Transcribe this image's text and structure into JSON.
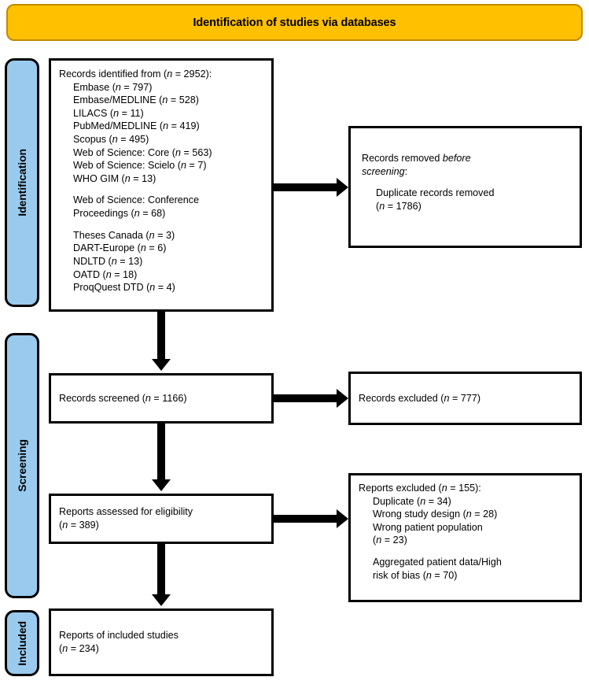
{
  "colors": {
    "banner_fill": "#FFC000",
    "banner_border": "#C08A00",
    "stage_fill": "#9ACBEE",
    "box_border": "#000000",
    "arrow": "#000000"
  },
  "banner": {
    "title": "Identification of studies via databases"
  },
  "stages": {
    "identification": "Identification",
    "screening": "Screening",
    "included": "Included"
  },
  "boxes": {
    "records_identified": {
      "heading": "Records identified from (n = 2952):",
      "sources": [
        "Embase (n = 797)",
        "Embase/MEDLINE (n = 528)",
        "LILACS (n = 11)",
        "PubMed/MEDLINE (n = 419)",
        "Scopus (n = 495)",
        "Web of Science: Core (n = 563)",
        "Web of Science: Scielo (n = 7)",
        "WHO GIM (n = 13)"
      ],
      "conference_line1": "Web of Science: Conference",
      "conference_line2": "Proceedings (n = 68)",
      "theses": [
        "Theses Canada (n = 3)",
        "DART-Europe (n = 6)",
        "NDLTD (n = 13)",
        "OATD (n = 18)",
        "ProqQuest DTD (n = 4)"
      ]
    },
    "records_removed": {
      "heading_part1": "Records removed ",
      "heading_italic": "before",
      "heading_part2": "screening",
      "heading_colon": ":",
      "item_line1": "Duplicate records removed",
      "item_line2": "(n = 1786)"
    },
    "records_screened": {
      "text": "Records screened (n = 1166)"
    },
    "records_excluded": {
      "text": "Records excluded (n = 777)"
    },
    "reports_eligibility": {
      "line1": "Reports assessed for eligibility",
      "line2": "(n = 389)"
    },
    "reports_excluded": {
      "heading": "Reports excluded (n = 155):",
      "reasons": [
        "Duplicate (n = 34)",
        "Wrong study design (n = 28)",
        "Wrong patient population",
        "(n = 23)",
        "Aggregated patient data/High",
        "risk of bias (n = 70)"
      ]
    },
    "reports_included": {
      "line1": "Reports of included studies",
      "line2": "(n = 234)"
    }
  }
}
